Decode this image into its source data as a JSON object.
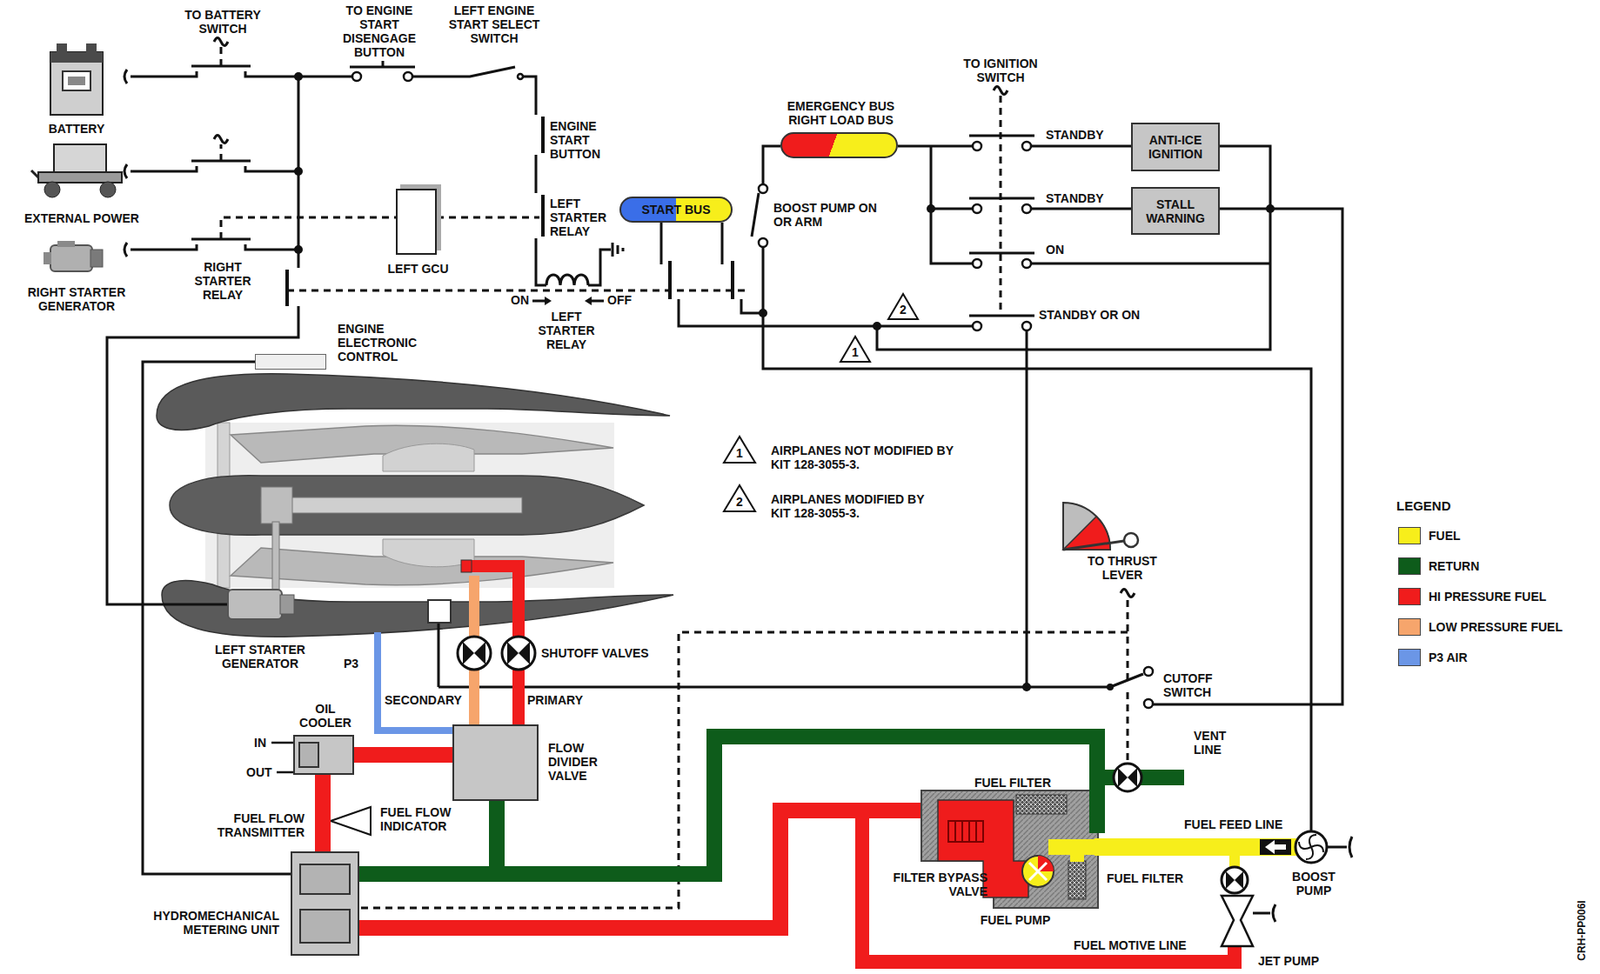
{
  "diagram": {
    "nodes": [
      {
        "text": [
          "BATTERY"
        ]
      },
      {
        "text": [
          "EXTERNAL POWER"
        ]
      },
      {
        "text": [
          "RIGHT STARTER GENERATOR"
        ]
      },
      {
        "text": [
          "LEFT GCU"
        ]
      },
      {
        "text": [
          "START BUS"
        ]
      },
      {
        "text": [
          "EMERGENCY BUS RIGHT LOAD BUS"
        ]
      },
      {
        "text": [
          "ANTI-ICE IGNITION"
        ]
      },
      {
        "text": [
          "STALL WARNING"
        ]
      },
      {
        "text": [
          "ENGINE ELECTRONIC CONTROL"
        ]
      },
      {
        "text": [
          "LEFT STARTER GENERATOR"
        ]
      },
      {
        "text": [
          "OIL COOLER"
        ]
      },
      {
        "text": [
          "FLOW DIVIDER VALVE"
        ]
      },
      {
        "text": [
          "HYDROMECHANICAL METERING UNIT"
        ]
      }
    ],
    "edges": [
      {
        "from": 10,
        "to": 11,
        "arrow": "none"
      },
      {
        "from": 12,
        "to": 10,
        "arrow": "none"
      },
      {
        "from": 11,
        "to": 12,
        "arrow": "none"
      }
    ],
    "labels": [
      "TO BATTERY SWITCH",
      "TO ENGINE START DISENGAGE BUTTON",
      "LEFT ENGINE START SELECT SWITCH",
      "ENGINE START BUTTON",
      "LEFT STARTER RELAY",
      "RIGHT STARTER RELAY",
      "ON",
      "OFF",
      "LEFT STARTER RELAY",
      "BOOST PUMP ON OR ARM",
      "TO IGNITION SWITCH",
      "STANDBY",
      "STANDBY",
      "ON",
      "STANDBY OR ON",
      "2",
      "1",
      "1",
      "AIRPLANES NOT MODIFIED BY KIT 128-3055-3.",
      "2",
      "AIRPLANES MODIFIED BY KIT 128-3055-3.",
      "SHUTOFF VALVES",
      "P3",
      "SECONDARY",
      "PRIMARY",
      "IN",
      "OUT",
      "FUEL FLOW TRANSMITTER",
      "FUEL FLOW INDICATOR",
      "TO THRUST LEVER",
      "CUTOFF SWITCH",
      "VENT LINE",
      "FUEL FILTER",
      "FILTER BYPASS VALVE",
      "FUEL FILTER",
      "FUEL PUMP",
      "FUEL FEED LINE",
      "BOOST PUMP",
      "FUEL MOTIVE LINE",
      "JET PUMP",
      "LEGEND",
      "CRH-PP006I"
    ],
    "legend": [
      {
        "text": "FUEL",
        "color": "#f7ee1b"
      },
      {
        "text": "RETURN",
        "color": "#0e5c1b"
      },
      {
        "text": "HI PRESSURE FUEL",
        "color": "#f01c1c"
      },
      {
        "text": "LOW PRESSURE FUEL",
        "color": "#f6a56c"
      },
      {
        "text": "P3 AIR",
        "color": "#6b96e6"
      }
    ]
  }
}
